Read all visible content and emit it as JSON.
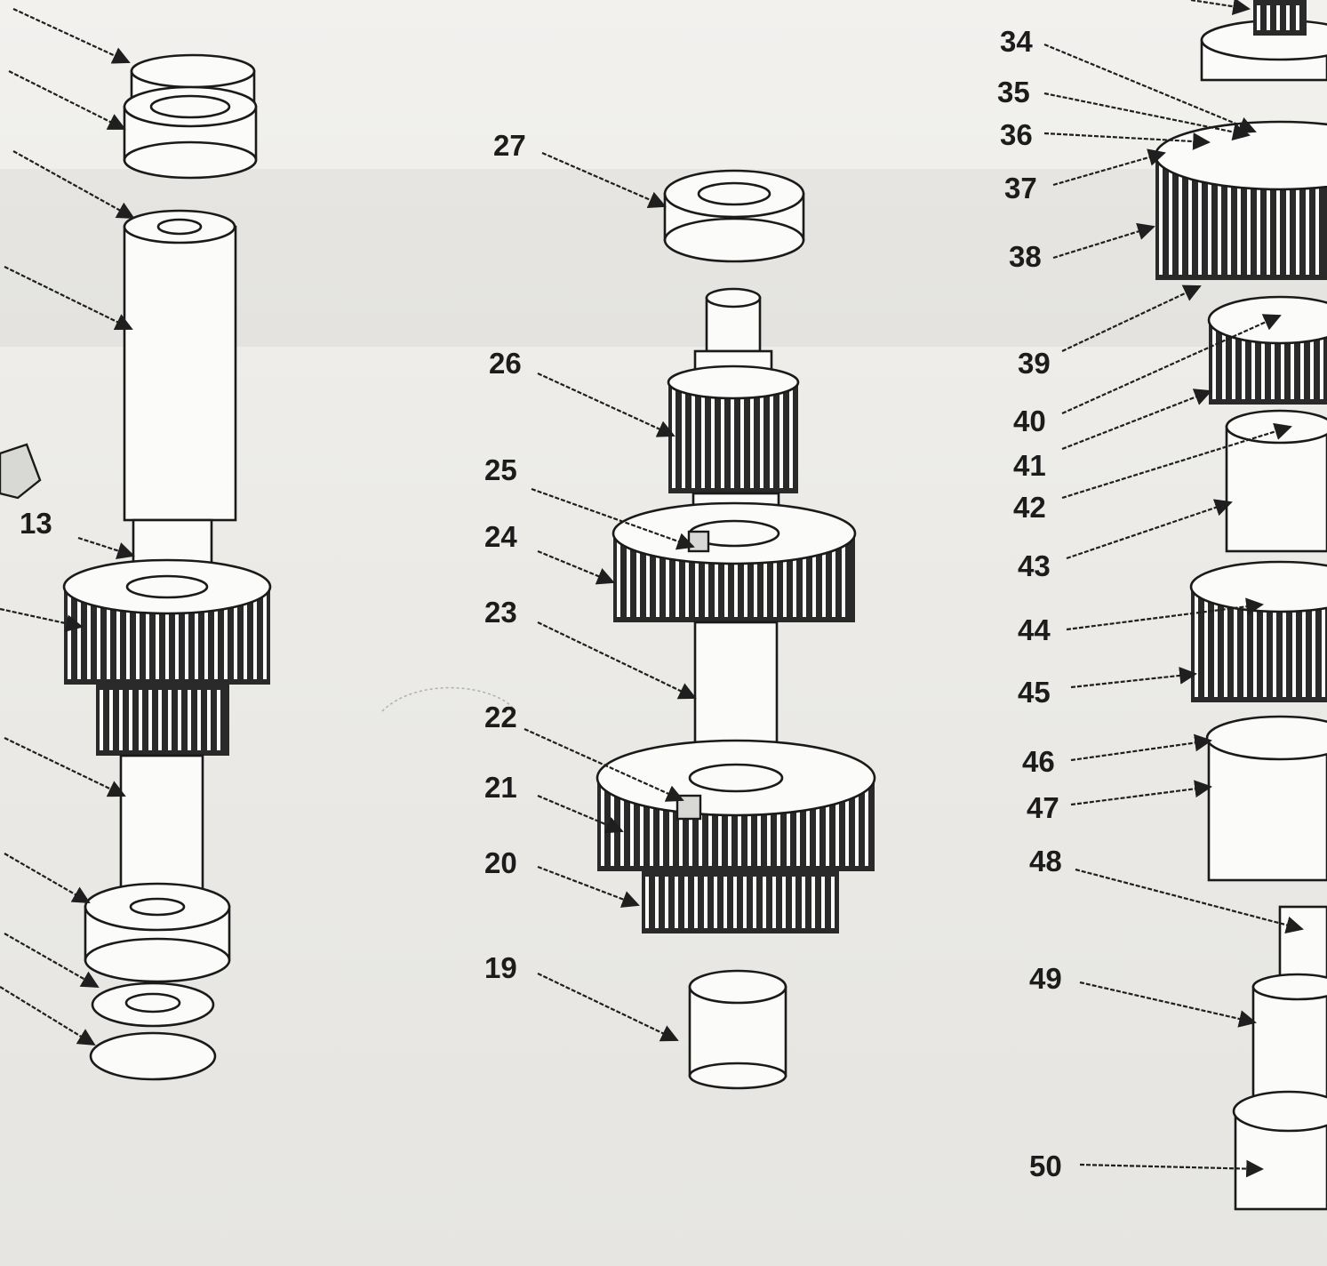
{
  "callouts": [
    {
      "id": "13",
      "label": "13"
    },
    {
      "id": "19",
      "label": "19"
    },
    {
      "id": "20",
      "label": "20"
    },
    {
      "id": "21",
      "label": "21"
    },
    {
      "id": "22",
      "label": "22"
    },
    {
      "id": "23",
      "label": "23"
    },
    {
      "id": "24",
      "label": "24"
    },
    {
      "id": "25",
      "label": "25"
    },
    {
      "id": "26",
      "label": "26"
    },
    {
      "id": "27",
      "label": "27"
    },
    {
      "id": "34",
      "label": "34"
    },
    {
      "id": "35",
      "label": "35"
    },
    {
      "id": "36",
      "label": "36"
    },
    {
      "id": "37",
      "label": "37"
    },
    {
      "id": "38",
      "label": "38"
    },
    {
      "id": "39",
      "label": "39"
    },
    {
      "id": "40",
      "label": "40"
    },
    {
      "id": "41",
      "label": "41"
    },
    {
      "id": "42",
      "label": "42"
    },
    {
      "id": "43",
      "label": "43"
    },
    {
      "id": "44",
      "label": "44"
    },
    {
      "id": "45",
      "label": "45"
    },
    {
      "id": "46",
      "label": "46"
    },
    {
      "id": "47",
      "label": "47"
    },
    {
      "id": "48",
      "label": "48"
    },
    {
      "id": "49",
      "label": "49"
    },
    {
      "id": "50",
      "label": "50"
    }
  ]
}
